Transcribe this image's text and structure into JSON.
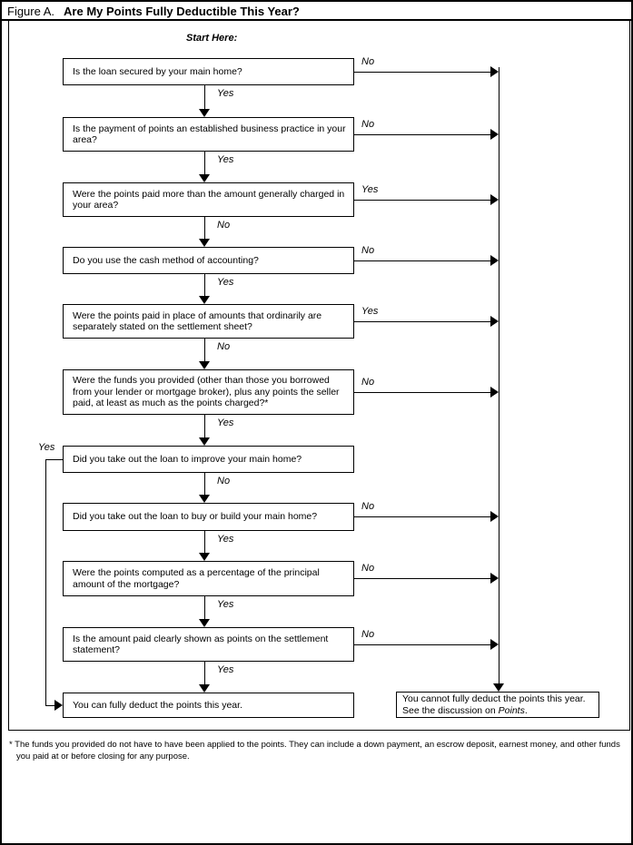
{
  "title": {
    "prefix": "Figure A.",
    "main": "Are My Points Fully Deductible This Year?"
  },
  "start_label": "Start Here:",
  "flow": {
    "questions": [
      {
        "text": "Is the loan secured by your main home?",
        "down_label": "Yes",
        "side_label": "No"
      },
      {
        "text": "Is the payment of points an established business practice in your area?",
        "down_label": "Yes",
        "side_label": "No"
      },
      {
        "text": "Were the points paid more than the amount generally charged in your area?",
        "down_label": "No",
        "side_label": "Yes"
      },
      {
        "text": "Do you use the cash method of accounting?",
        "down_label": "Yes",
        "side_label": "No"
      },
      {
        "text": "Were the points paid in place of amounts that ordinarily are separately stated on the settlement sheet?",
        "down_label": "No",
        "side_label": "Yes"
      },
      {
        "text": "Were the funds you provided (other than those you borrowed from your lender or mortgage broker), plus any points the seller paid, at least as much as the points charged?*",
        "down_label": "Yes",
        "side_label": "No"
      },
      {
        "text": "Did you take out the loan to improve your main home?",
        "down_label": "No",
        "side_label": "Yes"
      },
      {
        "text": "Did you take out the loan to buy or build your main home?",
        "down_label": "Yes",
        "side_label": "No"
      },
      {
        "text": "Were the points computed as a percentage of the principal amount of the mortgage?",
        "down_label": "Yes",
        "side_label": "No"
      },
      {
        "text": "Is the amount paid clearly shown as points on the settlement statement?",
        "down_label": "Yes",
        "side_label": "No"
      }
    ],
    "result_yes": "You can fully deduct the points this year.",
    "result_no": {
      "text": "You cannot fully deduct the points this year. See the discussion on ",
      "italic": "Points",
      "suffix": "."
    }
  },
  "footnote": "* The funds you provided do not have to have been applied to the points. They can include a down payment, an escrow deposit, earnest money, and other funds you paid at or before closing for any purpose."
}
